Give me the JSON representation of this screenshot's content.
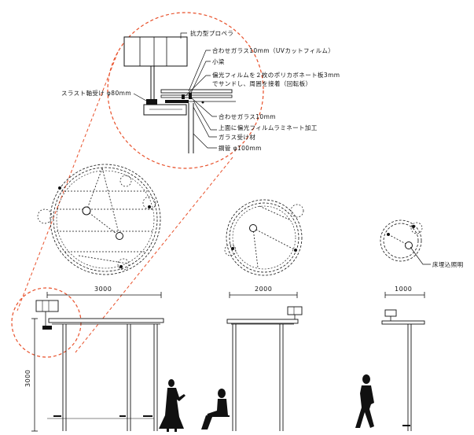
{
  "annotations": {
    "propeller": "抗力型プロペラ",
    "laminated_glass_uv": "合わせガラス10mm（UVカットフィルム）",
    "small_beam": "小梁",
    "polarizing_film": "偏光フィルムを２枚のポリカボネート板3mm",
    "polarizing_film_2": "でサンドし、周囲を接着（回転板）",
    "thrust_bearing": "スラスト軸受け φ80mm",
    "laminated_glass": "合わせガラス10mm",
    "upper_film": "上面に偏光フィルムラミネート加工",
    "glass_support": "ガラス受け材",
    "steel_pipe": "鋼管 φ100mm",
    "floor_light": "床埋込照明"
  },
  "dimensions": {
    "width_3000": "3000",
    "width_2000": "2000",
    "width_1000": "1000",
    "height_3000": "3000"
  },
  "colors": {
    "line": "#111111",
    "callout": "#e8502a",
    "dashed": "#444444"
  }
}
